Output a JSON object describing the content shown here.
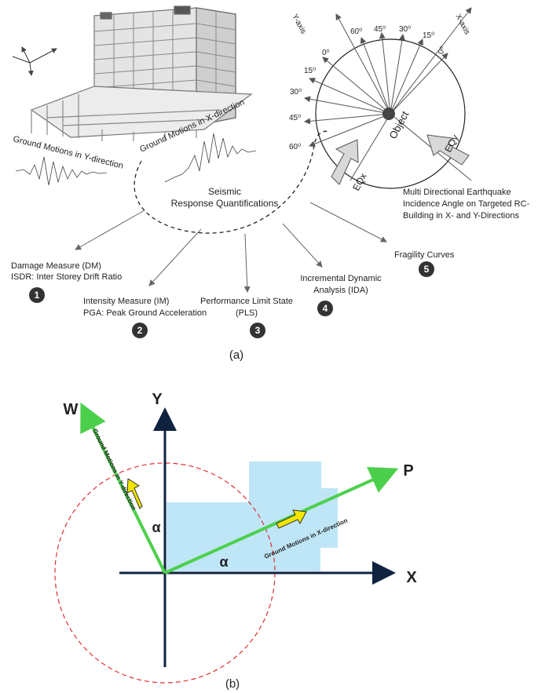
{
  "panel_a": {
    "caption": "(a)",
    "ground_y_label": "Ground Motions in Y-direction",
    "ground_x_label": "Ground Motions in X-direction",
    "center_title_1": "Seismic",
    "center_title_2": "Response Quantifications",
    "compass": {
      "y_axis": "Y-axis",
      "x_axis": "X-axis",
      "object": "Object",
      "eqx": "EQx",
      "eqy": "EQy",
      "left_angles": [
        "0⁰",
        "15⁰",
        "30⁰",
        "45⁰",
        "60⁰"
      ],
      "top_angles": [
        "60⁰",
        "45⁰",
        "30⁰",
        "15⁰",
        "0⁰"
      ]
    },
    "incidence_note": [
      "Multi Directional Earthquake",
      "Incidence Angle on Targeted RC-",
      "Building in X- and Y-Directions"
    ],
    "items": [
      {
        "num": "1",
        "line1": "Damage Measure (DM)",
        "line2": "ISDR: Inter Storey Drift Ratio"
      },
      {
        "num": "2",
        "line1": "Intensity Measure (IM)",
        "line2": "PGA: Peak Ground Acceleration"
      },
      {
        "num": "3",
        "line1": "Performance Limit State",
        "line2": "(PLS)"
      },
      {
        "num": "4",
        "line1": "Incremental Dynamic",
        "line2": "Analysis (IDA)"
      },
      {
        "num": "5",
        "line1": "Fragility Curves",
        "line2": ""
      }
    ]
  },
  "panel_b": {
    "caption": "(b)",
    "axis_x": "X",
    "axis_y": "Y",
    "axis_w": "W",
    "axis_p": "P",
    "alpha": "α",
    "ground_y_label": "Ground Motions in Y-direction",
    "ground_x_label": "Ground Motions in X-direction"
  },
  "colors": {
    "green_arrow": "#4cd04c",
    "axis": "#0f2340",
    "circle": "#e03030",
    "building": "#bfe6f7",
    "yellow": "#f2e600"
  }
}
